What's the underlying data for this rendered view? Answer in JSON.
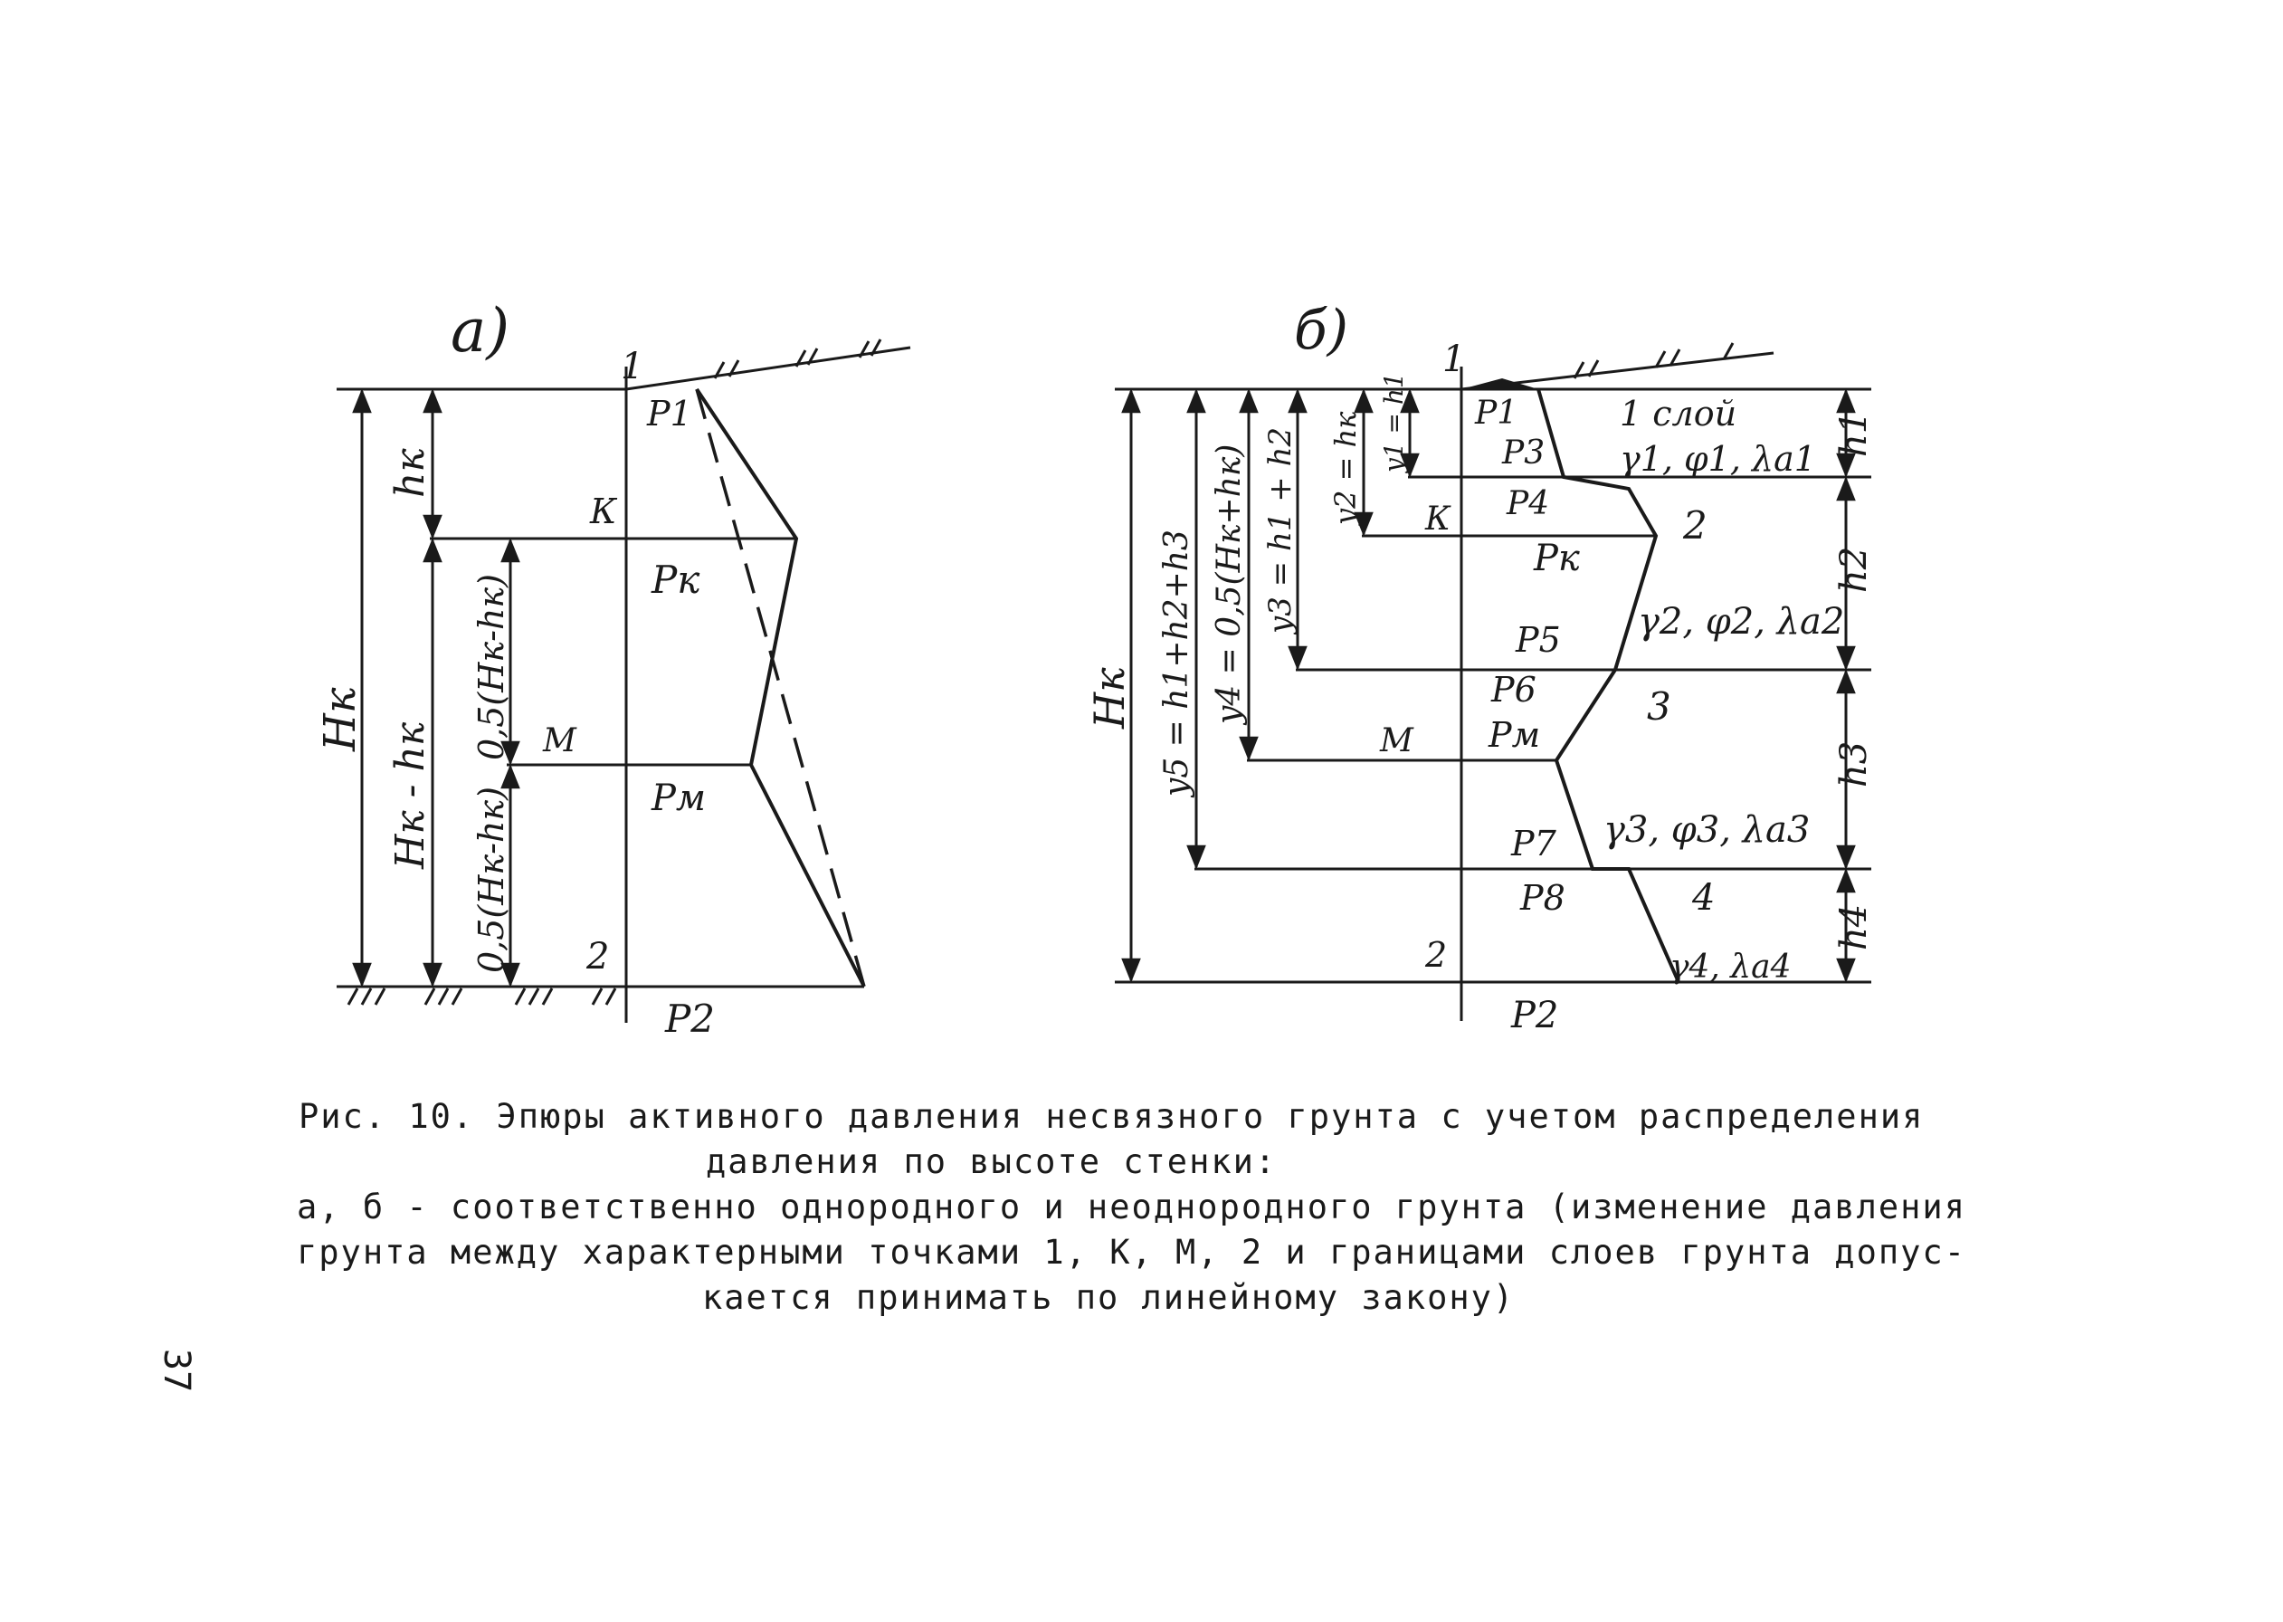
{
  "figure_a": {
    "panel_label": "а)",
    "labels": {
      "point1": "1",
      "p1": "P1",
      "k": "К",
      "pk": "Pк",
      "m": "М",
      "pm": "Pм",
      "point2": "2",
      "p2": "P2",
      "hk": "hк",
      "Hk": "Hк",
      "Hk_minus_hk": "Hк - hк",
      "half1": "0,5(Hк-hк)",
      "half2": "0,5(Hк-hк)"
    }
  },
  "figure_b": {
    "panel_label": "б)",
    "labels": {
      "point1": "1",
      "p1": "P1",
      "p3": "P3",
      "p4": "P4",
      "k": "К",
      "pk": "Pк",
      "p5": "P5",
      "p6": "P6",
      "m": "М",
      "pm": "Pм",
      "p7": "P7",
      "p8": "P8",
      "point2": "2",
      "p2": "P2",
      "Hk": "Hк",
      "y5": "y5 = h1+h2+h3",
      "y4": "y4 = 0,5(Hк+hк)",
      "y3": "y3 = h1 + h2",
      "y2": "y2 = hк",
      "y1": "y1 = h1",
      "layer1": "1 слой",
      "layer1_params": "γ1, φ1, λa1",
      "layer2": "2",
      "layer2_params": "γ2, φ2, λa2",
      "layer3": "3",
      "layer3_params": "γ3, φ3, λa3",
      "layer4": "4",
      "layer4_params": "γ4, λa4",
      "h1": "h1",
      "h2": "h2",
      "h3": "h3",
      "h4": "h4"
    }
  },
  "caption": {
    "line1": "Рис. 10. Эпюры активного давления несвязного грунта с учетом распределения",
    "line2": "давления по высоте стенки:",
    "line3": "а, б - соответственно однородного и неоднородного грунта (изменение давления",
    "line4": "грунта между характерными точками 1, К, М, 2 и границами слоев грунта допус-",
    "line5": "кается принимать по линейному закону)"
  },
  "page_number": "37"
}
